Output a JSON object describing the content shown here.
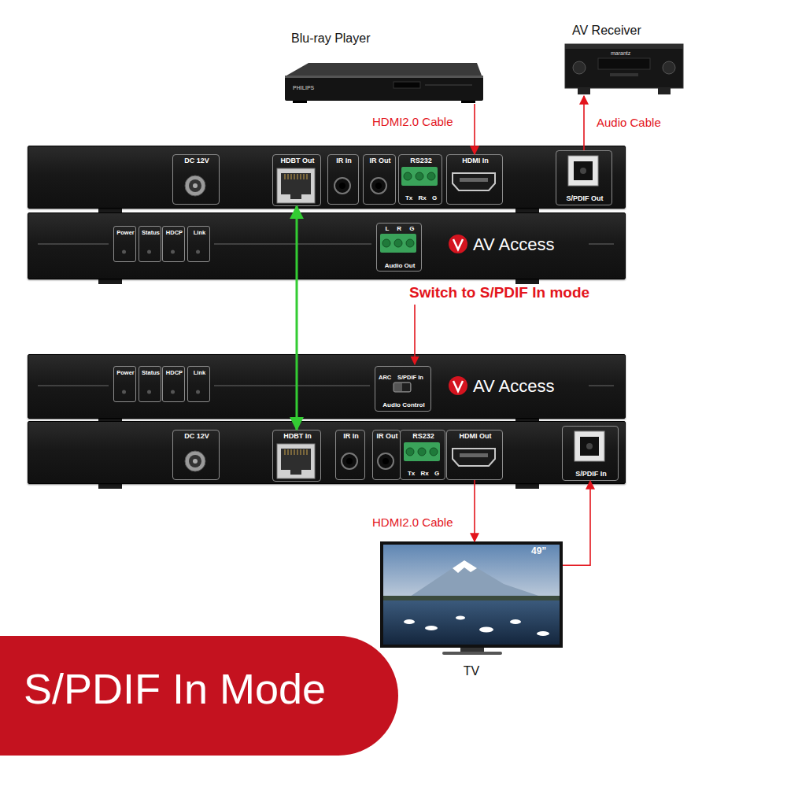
{
  "diagram": {
    "title": "S/PDIF In Mode",
    "nodes": [
      {
        "text": [
          "Blu-ray Player"
        ]
      },
      {
        "text": [
          "AV Receiver"
        ]
      },
      {
        "text": []
      },
      {
        "text": [
          "DC 12V"
        ],
        "in": 2
      },
      {
        "text": [
          "HDBT Out"
        ],
        "in": 2
      },
      {
        "text": [
          "IR In"
        ],
        "in": 2
      },
      {
        "text": [
          "IR Out"
        ],
        "in": 2
      },
      {
        "text": [
          "RS232",
          "Tx Rx G"
        ],
        "in": 2
      },
      {
        "text": [
          "HDMI In"
        ],
        "in": 2
      },
      {
        "text": [
          "S/PDIF Out"
        ],
        "in": 2
      },
      {
        "text": [
          "AV Access"
        ]
      },
      {
        "text": [
          "Power"
        ],
        "in": 10
      },
      {
        "text": [
          "Status"
        ],
        "in": 10
      },
      {
        "text": [
          "HDCP"
        ],
        "in": 10
      },
      {
        "text": [
          "Link"
        ],
        "in": 10
      },
      {
        "text": [
          "L R G",
          "Audio Out"
        ],
        "in": 10
      },
      {
        "text": [
          "AV Access"
        ]
      },
      {
        "text": [
          "Power"
        ],
        "in": 16
      },
      {
        "text": [
          "Status"
        ],
        "in": 16
      },
      {
        "text": [
          "HDCP"
        ],
        "in": 16
      },
      {
        "text": [
          "Link"
        ],
        "in": 16
      },
      {
        "text": [
          "ARC",
          "S/PDIF In",
          "Audio Control"
        ],
        "in": 16
      },
      {
        "text": []
      },
      {
        "text": [
          "DC 12V"
        ],
        "in": 22
      },
      {
        "text": [
          "HDBT In"
        ],
        "in": 22
      },
      {
        "text": [
          "IR In"
        ],
        "in": 22
      },
      {
        "text": [
          "IR Out"
        ],
        "in": 22
      },
      {
        "text": [
          "RS232",
          "Tx Rx G"
        ],
        "in": 22
      },
      {
        "text": [
          "HDMI Out"
        ],
        "in": 22
      },
      {
        "text": [
          "S/PDIF In"
        ],
        "in": 22
      },
      {
        "text": [
          "49”",
          "TV"
        ]
      }
    ],
    "edges": [
      {
        "from": 0,
        "to": 8,
        "label": "HDMI2.0 Cable",
        "arrow": "to"
      },
      {
        "from": 9,
        "to": 1,
        "label": "Audio Cable",
        "arrow": "to"
      },
      {
        "from": 4,
        "to": 24,
        "arrow": "both"
      },
      {
        "from": 28,
        "to": 30,
        "label": "HDMI2.0 Cable",
        "arrow": "to"
      },
      {
        "from": 30,
        "to": 29,
        "arrow": "to"
      }
    ],
    "labels": [
      "Switch to S/PDIF In mode",
      "PHILIPS",
      "marantz"
    ]
  }
}
